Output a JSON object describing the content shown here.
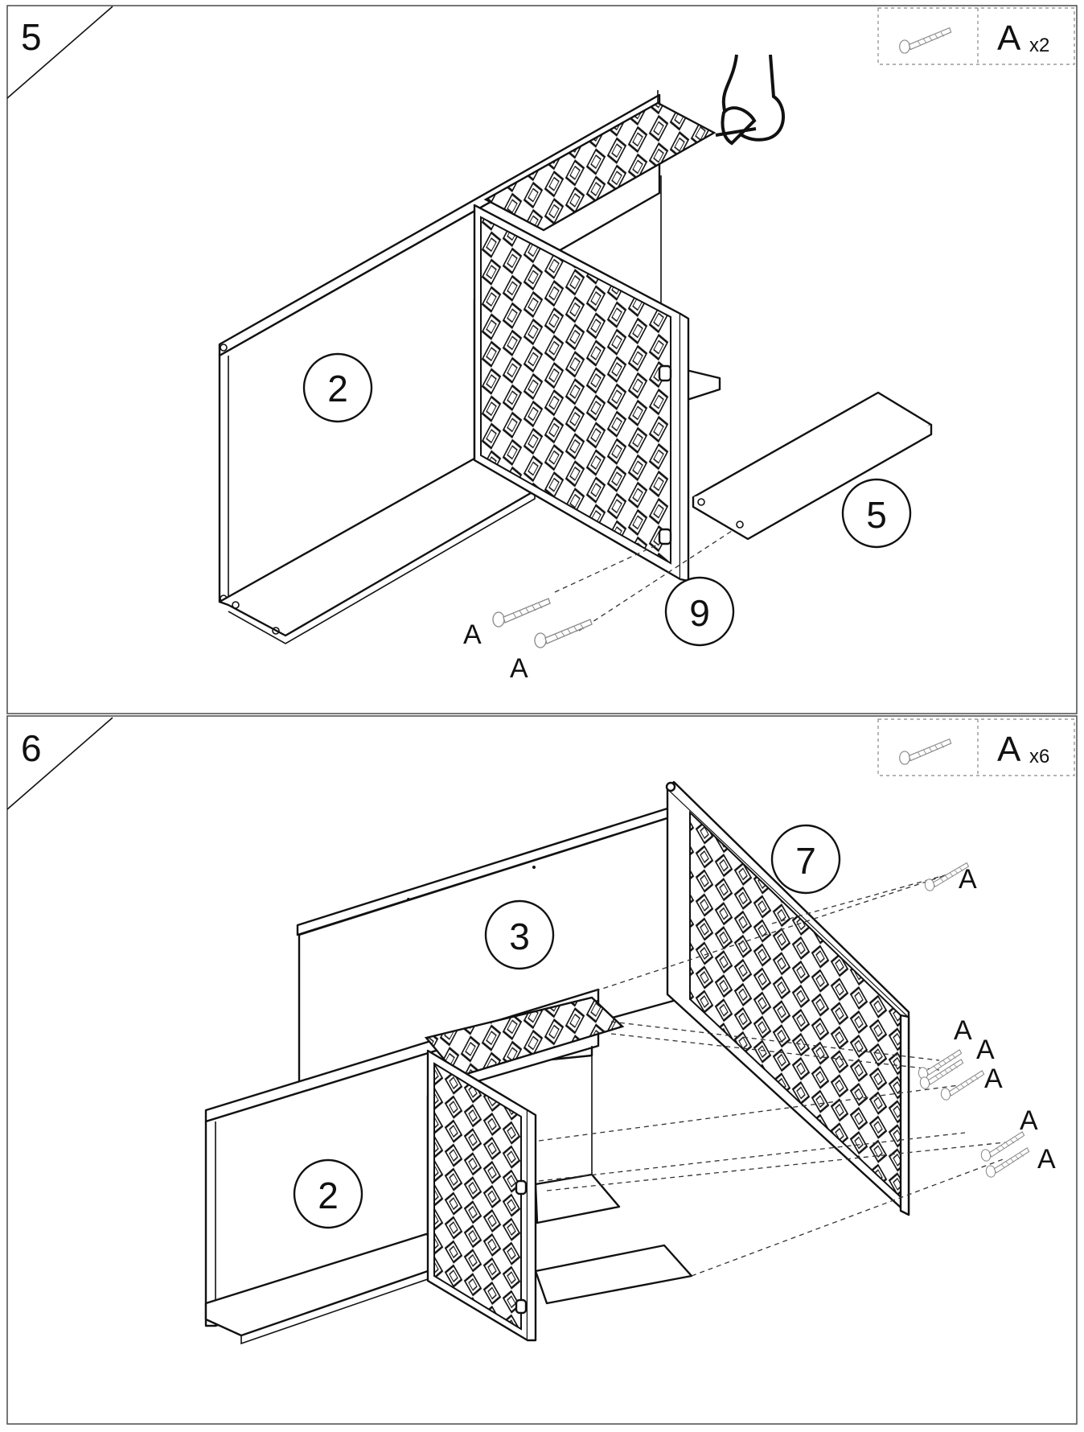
{
  "steps": [
    {
      "number": "5",
      "hardware": {
        "letter": "A",
        "multiplier": "x2"
      },
      "part_labels": [
        "2",
        "5",
        "9"
      ],
      "screw_labels": [
        "A",
        "A"
      ]
    },
    {
      "number": "6",
      "hardware": {
        "letter": "A",
        "multiplier": "x6"
      },
      "part_labels": [
        "3",
        "7",
        "2"
      ],
      "screw_labels": [
        "A",
        "A",
        "A",
        "A",
        "A",
        "A"
      ]
    }
  ],
  "icons": {
    "screw": "screw-icon",
    "hand": "hand-icon",
    "lattice": "diamond-lattice-panel"
  }
}
